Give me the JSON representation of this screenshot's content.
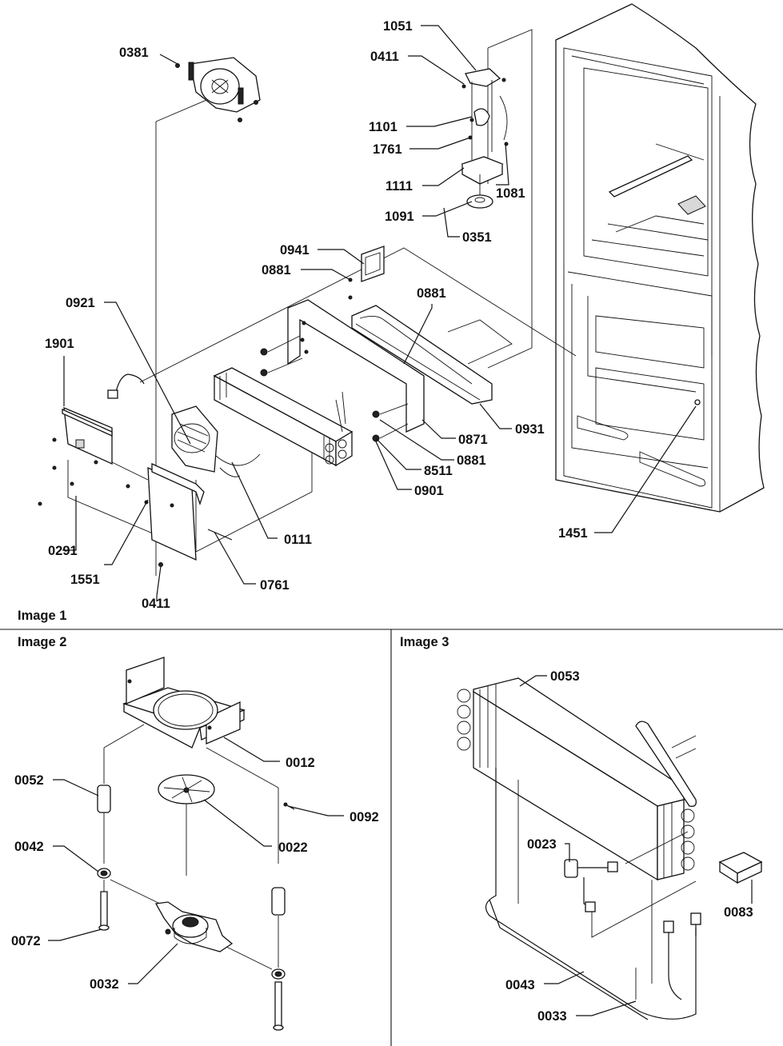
{
  "panels": {
    "image1": {
      "caption": "Image 1"
    },
    "image2": {
      "caption": "Image 2"
    },
    "image3": {
      "caption": "Image 3"
    }
  },
  "callouts": {
    "c0381": "0381",
    "c1051": "1051",
    "c0411a": "0411",
    "c1101": "1101",
    "c1761": "1761",
    "c1111": "1111",
    "c1081": "1081",
    "c1091": "1091",
    "c0351": "0351",
    "c0941": "0941",
    "c0881a": "0881",
    "c0881b": "0881",
    "c0921": "0921",
    "c1901": "1901",
    "c0871": "0871",
    "c0931": "0931",
    "c0881c": "0881",
    "c8511": "8511",
    "c0901": "0901",
    "c0111": "0111",
    "c0291": "0291",
    "c1551": "1551",
    "c1451": "1451",
    "c0761": "0761",
    "c0411b": "0411",
    "c0012": "0012",
    "c0052": "0052",
    "c0092": "0092",
    "c0022": "0022",
    "c0042": "0042",
    "c0072": "0072",
    "c0032": "0032",
    "c0053": "0053",
    "c0023": "0023",
    "c0083": "0083",
    "c0043": "0043",
    "c0033": "0033"
  }
}
